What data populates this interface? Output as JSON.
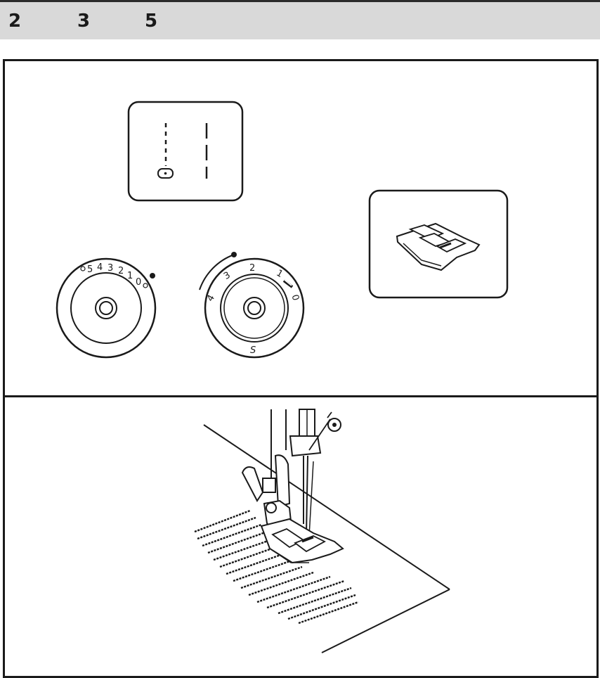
{
  "header": {
    "numbers": [
      "2",
      "3",
      "5"
    ]
  },
  "stitch_width_dial": {
    "scale_labels": [
      "5",
      "4",
      "3",
      "2",
      "1",
      "0"
    ]
  },
  "stitch_length_dial": {
    "scale_labels": [
      "4",
      "3",
      "2",
      "1",
      "0"
    ],
    "s_label": "S"
  },
  "icons": {
    "stitch_pattern": "straight-stitch-icon",
    "presser_foot": "zigzag-presser-foot-icon",
    "sewing": "sewing-machine-needle-icon"
  }
}
